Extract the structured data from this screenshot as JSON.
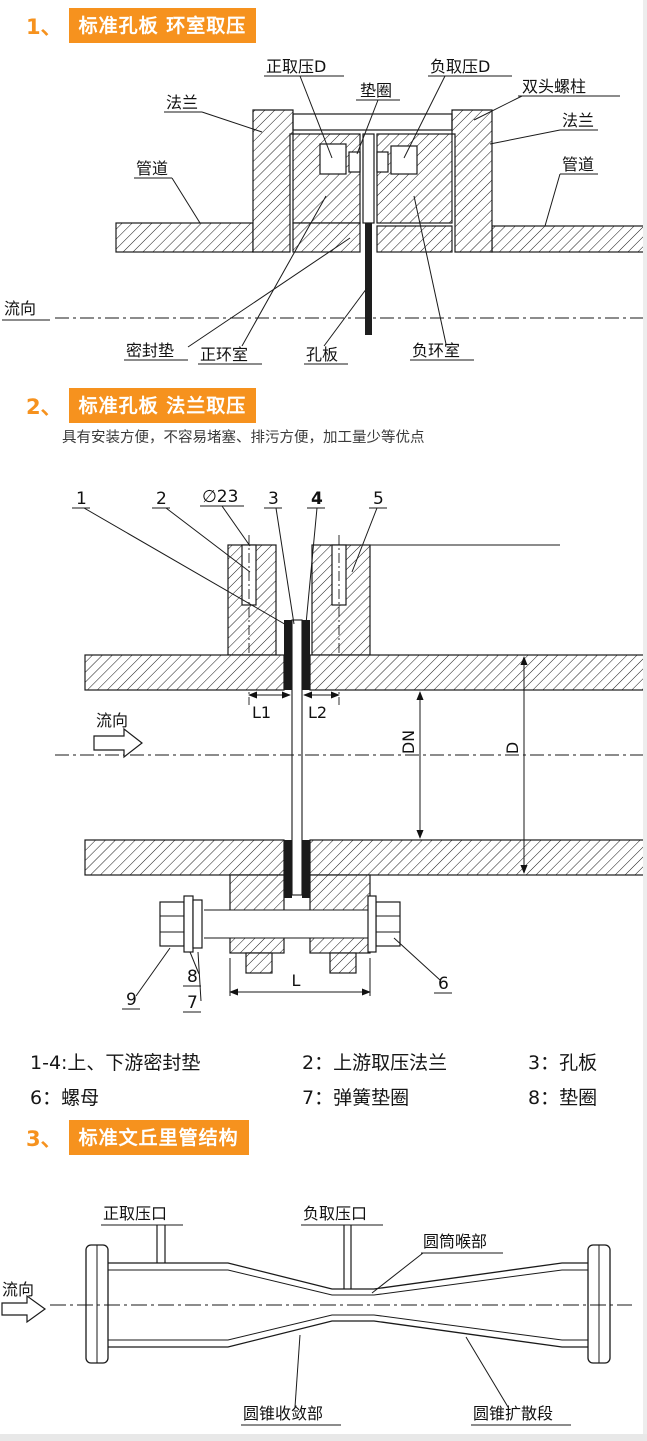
{
  "theme": {
    "accent": "#f6921e"
  },
  "sections": [
    {
      "number": "1、",
      "title": "标准孔板  环室取压"
    },
    {
      "number": "2、",
      "title": "标准孔板  法兰取压",
      "subtitle": "具有安装方便，不容易堵塞、排污方便，加工量少等优点"
    },
    {
      "number": "3、",
      "title": "标准文丘里管结构"
    }
  ],
  "diagram1": {
    "labels": {
      "pos_tap_d": "正取压D",
      "neg_tap_d": "负取压D",
      "gasket": "垫圈",
      "stud": "双头螺柱",
      "flange_left": "法兰",
      "flange_right": "法兰",
      "pipe_left": "管道",
      "pipe_right": "管道",
      "flow": "流向",
      "seal_gasket": "密封垫",
      "pos_chamber": "正环室",
      "orifice_plate": "孔板",
      "neg_chamber": "负环室"
    }
  },
  "diagram2": {
    "callouts": {
      "one": "1",
      "two": "2",
      "dia23": "∅23",
      "three": "3",
      "four": "4",
      "five": "5",
      "six": "6",
      "seven": "7",
      "eight": "8",
      "nine": "9"
    },
    "dims": {
      "l1": "L1",
      "l2": "L2",
      "dn": "DN",
      "d": "D",
      "l": "L"
    },
    "flow": "流向",
    "legend": [
      "1-4:上、下游密封垫",
      "2：上游取压法兰",
      "3：孔板",
      "6：螺母",
      "7：弹簧垫圈",
      "8：垫圈"
    ]
  },
  "diagram3": {
    "labels": {
      "pos_tap": "正取压口",
      "neg_tap": "负取压口",
      "throat": "圆筒喉部",
      "flow": "流向",
      "convergent": "圆锥收敛部",
      "divergent": "圆锥扩散段"
    }
  }
}
